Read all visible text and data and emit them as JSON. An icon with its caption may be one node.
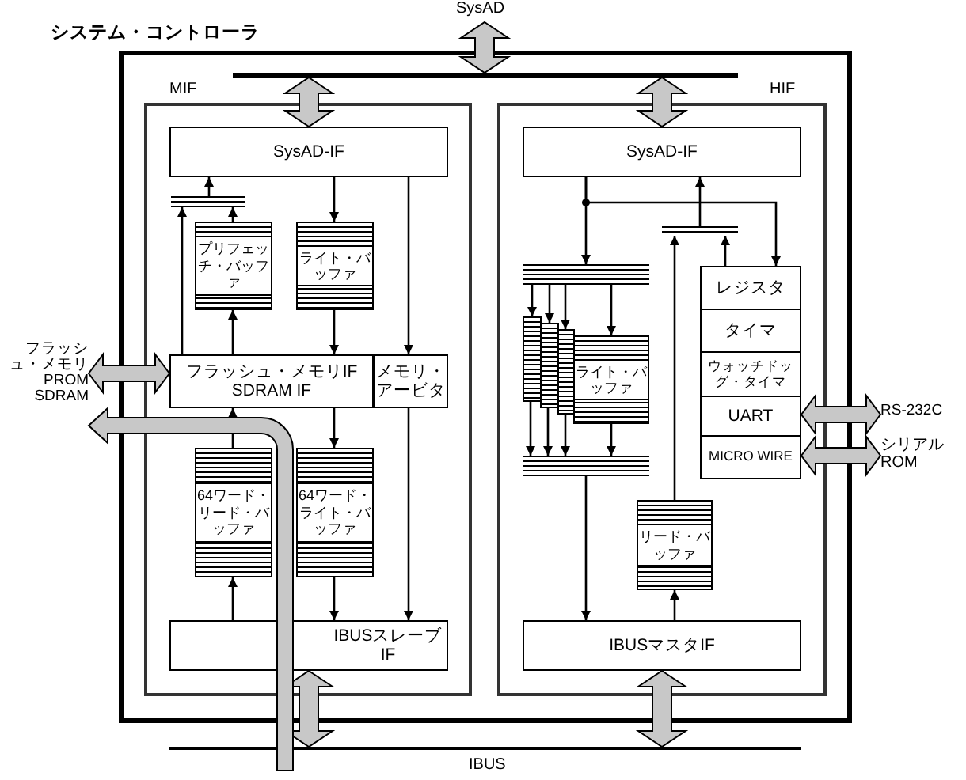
{
  "diagram": {
    "nodes": [
      {
        "text": [
          "システム・コントローラ"
        ]
      },
      {
        "text": [
          "SysAD"
        ]
      },
      {
        "text": [],
        "shape": "bar",
        "in": 0
      },
      {
        "text": [
          "MIF"
        ],
        "in": 0
      },
      {
        "text": [
          "SysAD-IF"
        ],
        "in": 3
      },
      {
        "text": [],
        "shape": "bar",
        "in": 3
      },
      {
        "text": [
          "プリフェッチ・バッファ"
        ],
        "in": 3
      },
      {
        "text": [
          "ライト・バッファ"
        ],
        "in": 3
      },
      {
        "text": [
          "フラッシュ・メモリIF",
          "SDRAM IF"
        ],
        "in": 3
      },
      {
        "text": [
          "メモリ・アービタ"
        ],
        "in": 3
      },
      {
        "text": [
          "64ワード・リード・バッファ"
        ],
        "in": 3
      },
      {
        "text": [
          "64ワード・ライト・バッファ"
        ],
        "in": 3
      },
      {
        "text": [
          "IBUSスレーブIF"
        ],
        "in": 3
      },
      {
        "text": [
          "HIF"
        ],
        "in": 0
      },
      {
        "text": [
          "SysAD-IF"
        ],
        "in": 13
      },
      {
        "text": [],
        "shape": "bar",
        "in": 13
      },
      {
        "text": [],
        "shape": "bar",
        "in": 13
      },
      {
        "text": [],
        "shape": "box",
        "in": 13
      },
      {
        "text": [],
        "shape": "box",
        "in": 13
      },
      {
        "text": [],
        "shape": "box",
        "in": 13
      },
      {
        "text": [
          "ライト・バッファ"
        ],
        "in": 13
      },
      {
        "text": [],
        "shape": "bar",
        "in": 13
      },
      {
        "text": [
          "レジスタ"
        ],
        "in": 13
      },
      {
        "text": [
          "タイマ"
        ],
        "in": 13
      },
      {
        "text": [
          "ウォッチドッグ・タイマ"
        ],
        "in": 13
      },
      {
        "text": [
          "UART"
        ],
        "in": 13
      },
      {
        "text": [
          "MICRO WIRE"
        ],
        "in": 13
      },
      {
        "text": [
          "リード・バッファ"
        ],
        "in": 13
      },
      {
        "text": [
          "IBUSマスタIF"
        ],
        "in": 13
      },
      {
        "text": [],
        "shape": "bar",
        "beside": [
          "IBUS"
        ]
      },
      {
        "text": [
          "フラッシュ・メモリ PROM SDRAM"
        ]
      },
      {
        "text": [
          "RS-232C"
        ]
      },
      {
        "text": [
          "シリアルROM"
        ]
      }
    ],
    "edges": [
      {
        "from": 1,
        "to": 2,
        "arrow": "both",
        "style": "thick",
        "color": "#c8c8c8"
      },
      {
        "from": 2,
        "to": 4,
        "arrow": "both",
        "style": "thick",
        "color": "#c8c8c8"
      },
      {
        "from": 2,
        "to": 14,
        "arrow": "both",
        "style": "thick",
        "color": "#c8c8c8"
      },
      {
        "from": 5,
        "to": 4,
        "arrow": "to"
      },
      {
        "from": 8,
        "to": 5,
        "arrow": "to"
      },
      {
        "from": 6,
        "to": 5,
        "arrow": "to"
      },
      {
        "from": 4,
        "to": 7,
        "arrow": "to"
      },
      {
        "from": 4,
        "to": 9,
        "arrow": "to"
      },
      {
        "from": 8,
        "to": 6,
        "arrow": "to"
      },
      {
        "from": 7,
        "to": 8,
        "arrow": "to"
      },
      {
        "from": 10,
        "to": 8,
        "arrow": "to"
      },
      {
        "from": 8,
        "to": 11,
        "arrow": "to"
      },
      {
        "from": 12,
        "to": 10,
        "arrow": "to"
      },
      {
        "from": 11,
        "to": 12,
        "arrow": "to"
      },
      {
        "from": 9,
        "to": 12,
        "arrow": "to"
      },
      {
        "from": 12,
        "to": 29,
        "arrow": "both",
        "style": "thick",
        "color": "#c8c8c8"
      },
      {
        "from": 30,
        "to": 8,
        "arrow": "both",
        "style": "thick",
        "color": "#c8c8c8"
      },
      {
        "from": null,
        "to": 30,
        "arrow": "to",
        "style": "thick",
        "color": "#c8c8c8"
      },
      {
        "from": 15,
        "to": 14,
        "arrow": "to"
      },
      {
        "from": 14,
        "to": 16,
        "arrow": "to"
      },
      {
        "from": 14,
        "to": 22,
        "arrow": "to"
      },
      {
        "from": 27,
        "to": 15,
        "arrow": "to"
      },
      {
        "from": 22,
        "to": 15,
        "arrow": "to"
      },
      {
        "from": 16,
        "to": 17,
        "arrow": "to"
      },
      {
        "from": 16,
        "to": 18,
        "arrow": "to"
      },
      {
        "from": 16,
        "to": 19,
        "arrow": "to"
      },
      {
        "from": 16,
        "to": 20,
        "arrow": "to"
      },
      {
        "from": 17,
        "to": 21,
        "arrow": "to"
      },
      {
        "from": 18,
        "to": 21,
        "arrow": "to"
      },
      {
        "from": 19,
        "to": 21,
        "arrow": "to"
      },
      {
        "from": 20,
        "to": 21,
        "arrow": "to"
      },
      {
        "from": 21,
        "to": 28,
        "arrow": "to"
      },
      {
        "from": 28,
        "to": 27,
        "arrow": "to"
      },
      {
        "from": 28,
        "to": 29,
        "arrow": "both",
        "style": "thick",
        "color": "#c8c8c8"
      },
      {
        "from": 25,
        "to": 31,
        "arrow": "both",
        "style": "thick",
        "color": "#c8c8c8"
      },
      {
        "from": 26,
        "to": 32,
        "arrow": "both",
        "style": "thick",
        "color": "#c8c8c8"
      }
    ]
  }
}
